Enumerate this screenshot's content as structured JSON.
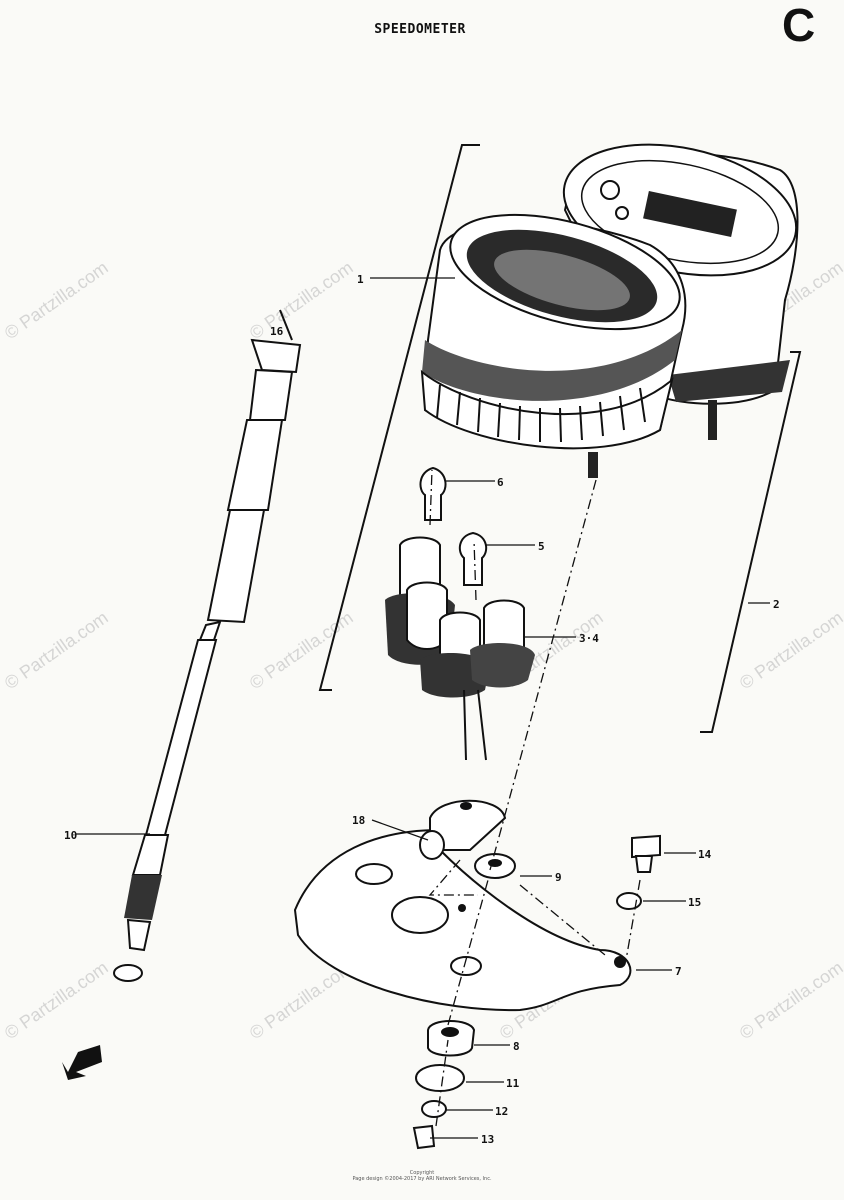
{
  "title": "SPEEDOMETER",
  "section_letter": "C",
  "watermark": "© Partzilla.com",
  "callouts": [
    {
      "id": "c1",
      "label": "1"
    },
    {
      "id": "c2",
      "label": "2"
    },
    {
      "id": "c3",
      "label": "3·4"
    },
    {
      "id": "c5",
      "label": "5"
    },
    {
      "id": "c6",
      "label": "6"
    },
    {
      "id": "c7",
      "label": "7"
    },
    {
      "id": "c8",
      "label": "8"
    },
    {
      "id": "c9",
      "label": "9"
    },
    {
      "id": "c10",
      "label": "10"
    },
    {
      "id": "c11",
      "label": "11"
    },
    {
      "id": "c12",
      "label": "12"
    },
    {
      "id": "c13",
      "label": "13"
    },
    {
      "id": "c14",
      "label": "14"
    },
    {
      "id": "c15",
      "label": "15"
    },
    {
      "id": "c16",
      "label": "16"
    },
    {
      "id": "c18",
      "label": "18"
    }
  ],
  "copyright": "Copyright\nPage design ©2004-2017 by ARI Network Services, Inc."
}
